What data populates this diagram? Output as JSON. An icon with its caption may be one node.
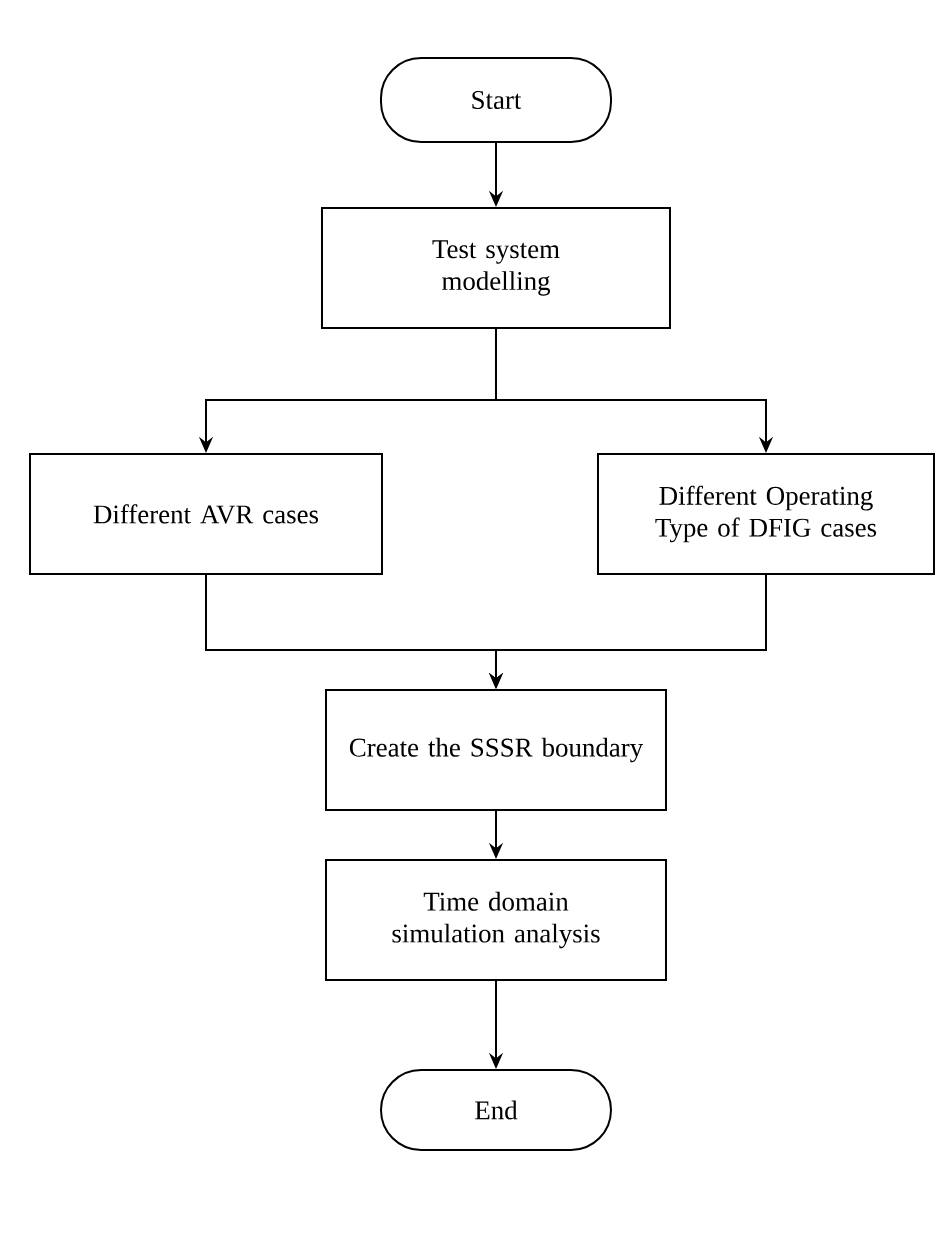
{
  "diagram": {
    "nodes": [
      {
        "text": [
          "Start"
        ]
      },
      {
        "text": [
          "Test system modelling"
        ]
      },
      {
        "text": [
          "Different AVR cases"
        ]
      },
      {
        "text": [
          "Different Operating Type of DFIG cases"
        ]
      },
      {
        "text": [
          "Create the SSSR boundary"
        ]
      },
      {
        "text": [
          "Time domain simulation analysis"
        ]
      },
      {
        "text": [
          "End"
        ]
      }
    ],
    "edges": [
      {
        "from": 0,
        "to": 1,
        "arrow": "to"
      },
      {
        "from": 1,
        "to": 2,
        "arrow": "to"
      },
      {
        "from": 1,
        "to": 3,
        "arrow": "to"
      },
      {
        "from": 2,
        "to": 4,
        "arrow": "to"
      },
      {
        "from": 3,
        "to": 4,
        "arrow": "to"
      },
      {
        "from": 4,
        "to": 5,
        "arrow": "to"
      },
      {
        "from": 5,
        "to": 6,
        "arrow": "to"
      }
    ]
  }
}
